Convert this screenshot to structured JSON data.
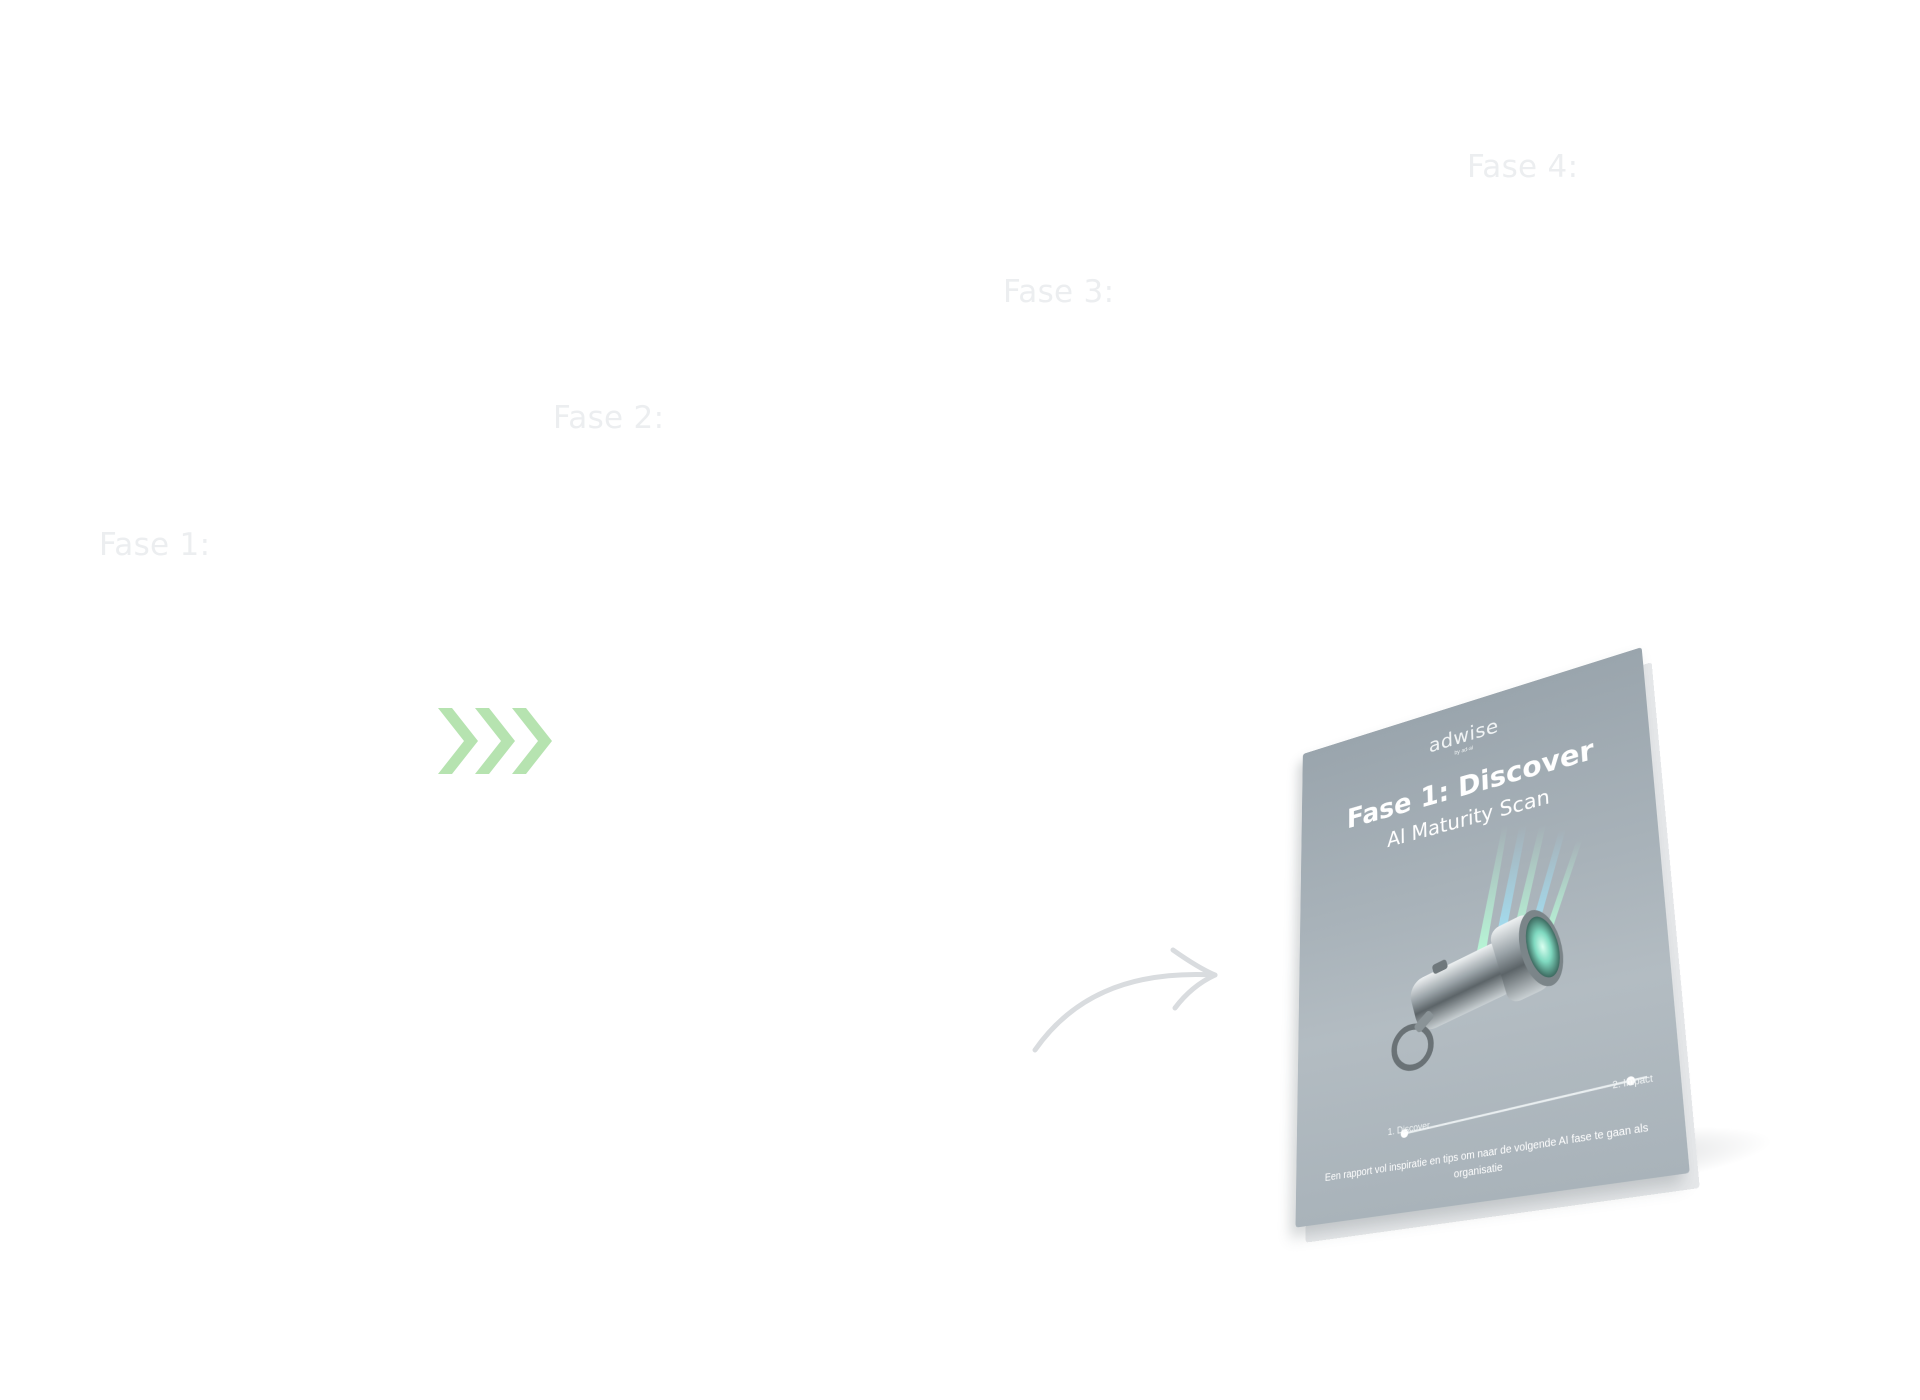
{
  "phases": [
    {
      "label": "Fase 1:"
    },
    {
      "label": "Fase 2:"
    },
    {
      "label": "Fase 3:"
    },
    {
      "label": "Fase 4:"
    }
  ],
  "colors": {
    "chevron": "#b6e3b0",
    "arrow": "#d9dcdf",
    "phase_text": "#eceef0"
  },
  "icons": {
    "chevrons": "chevron-right-triple-icon",
    "arrow": "curved-arrow-icon"
  },
  "brochure": {
    "logo": "adwise",
    "logo_sub": "by ad-ai",
    "title": "Fase 1: Discover",
    "subtitle": "AI Maturity Scan",
    "step_1": "1. Discover",
    "step_2": "2. Impact",
    "footer": "Een rapport vol inspiratie en tips om naar de volgende AI fase te gaan als organisatie"
  }
}
